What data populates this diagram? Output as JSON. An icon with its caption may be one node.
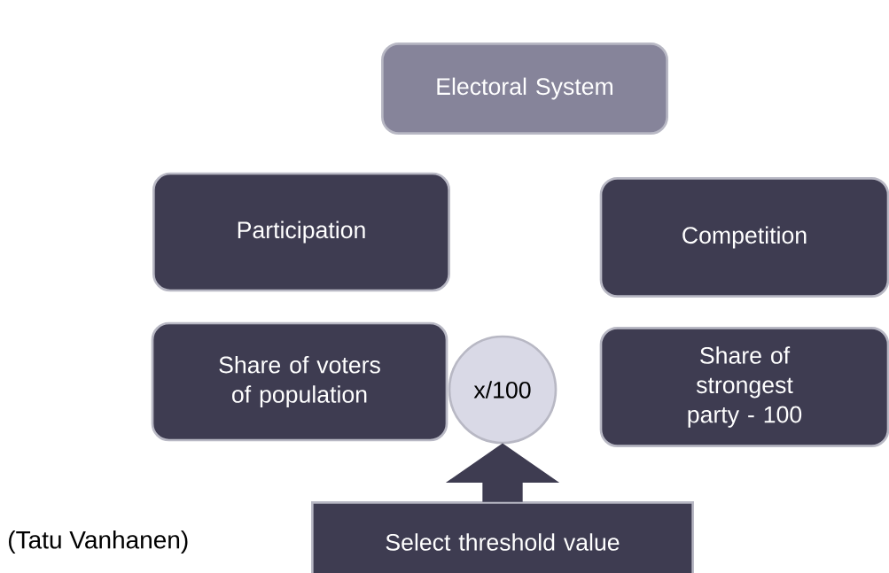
{
  "diagram": {
    "nodes": [
      {
        "text": [
          "Electoral System"
        ]
      },
      {
        "text": [
          "Participation"
        ]
      },
      {
        "text": [
          "Competition"
        ]
      },
      {
        "text": [
          "Share of voters of population"
        ]
      },
      {
        "text": [
          "x/100"
        ]
      },
      {
        "text": [
          "Share of strongest party - 100"
        ]
      },
      {
        "text": [
          "Select threshold value"
        ]
      }
    ],
    "edges": [
      {
        "from": 6,
        "to": 4,
        "arrow": "to"
      }
    ],
    "labels": [
      "(Tatu Vanhanen)"
    ]
  }
}
